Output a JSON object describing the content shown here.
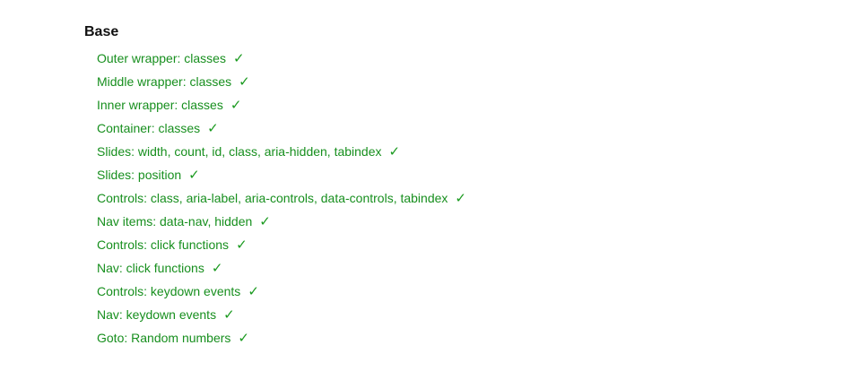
{
  "section": {
    "title": "Base"
  },
  "tests": [
    {
      "label": "Outer wrapper: classes",
      "status": "✓"
    },
    {
      "label": "Middle wrapper: classes",
      "status": "✓"
    },
    {
      "label": "Inner wrapper: classes",
      "status": "✓"
    },
    {
      "label": "Container: classes",
      "status": "✓"
    },
    {
      "label": "Slides: width, count, id, class, aria-hidden, tabindex",
      "status": "✓"
    },
    {
      "label": "Slides: position",
      "status": "✓"
    },
    {
      "label": "Controls: class, aria-label, aria-controls, data-controls, tabindex",
      "status": "✓"
    },
    {
      "label": "Nav items: data-nav, hidden",
      "status": "✓"
    },
    {
      "label": "Controls: click functions",
      "status": "✓"
    },
    {
      "label": "Nav: click functions",
      "status": "✓"
    },
    {
      "label": "Controls: keydown events",
      "status": "✓"
    },
    {
      "label": "Nav: keydown events",
      "status": "✓"
    },
    {
      "label": "Goto: Random numbers",
      "status": "✓"
    }
  ],
  "colors": {
    "pass": "#178f1e",
    "heading": "#111111"
  },
  "icons": {
    "pass": "check-icon"
  }
}
